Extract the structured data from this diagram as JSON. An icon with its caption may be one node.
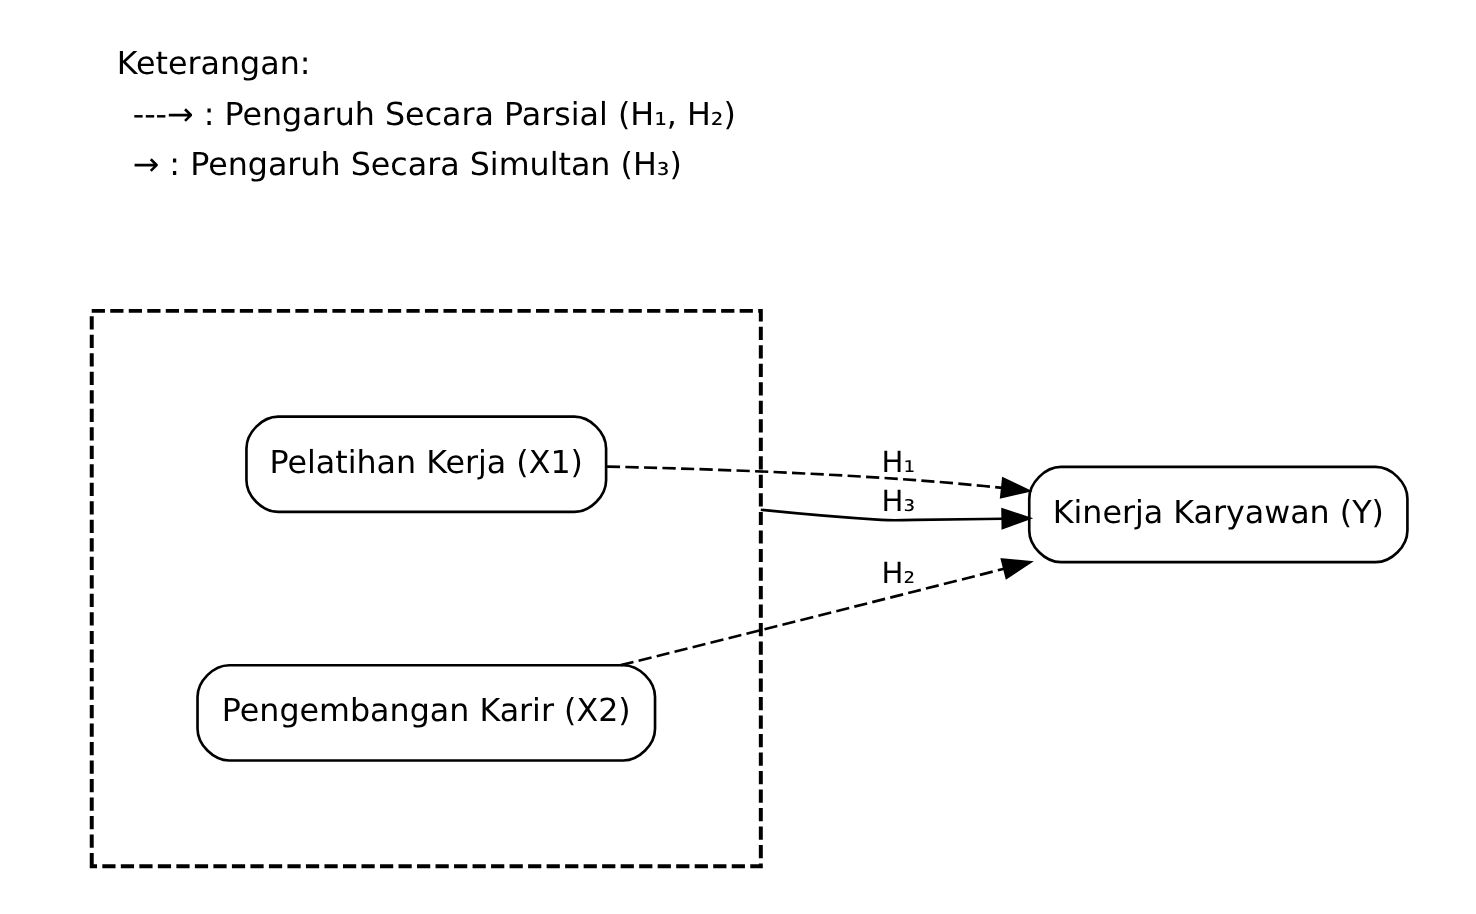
{
  "diagram": {
    "nodes": [
      {
        "text": [],
        "shape": "box"
      },
      {
        "text": [
          "Pelatihan Kerja (X1)"
        ],
        "in": 0
      },
      {
        "text": [
          "Pengembangan Karir (X2)"
        ],
        "in": 0
      },
      {
        "text": [
          "Kinerja Karyawan (Y)"
        ]
      }
    ],
    "edges": [
      {
        "from": 1,
        "to": 3,
        "arrow": "to",
        "label": "H₁",
        "style": "dashed"
      },
      {
        "from": 0,
        "to": 3,
        "arrow": "to",
        "label": "H₃"
      },
      {
        "from": 2,
        "to": 3,
        "arrow": "to",
        "label": "H₂",
        "style": "dashed"
      }
    ],
    "labels": [
      "Keterangan:"
    ],
    "legend": [
      {
        "text": "---→ : Pengaruh Secara Parsial (H₁, H₂)"
      },
      {
        "text": "→ : Pengaruh Secara Simultan (H₃)"
      }
    ]
  }
}
